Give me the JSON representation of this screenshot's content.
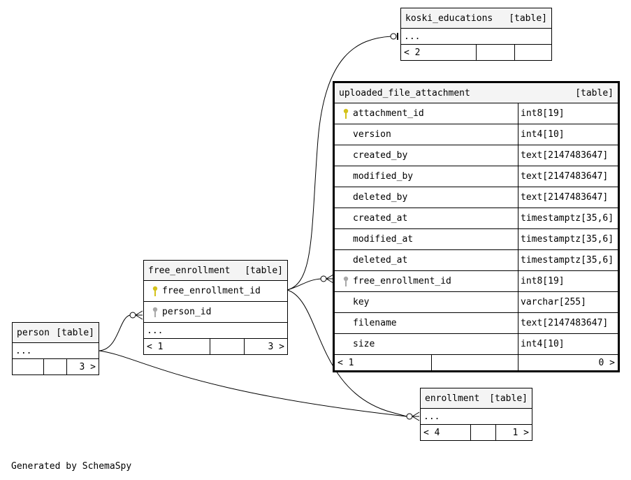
{
  "tables": {
    "koski_educations": {
      "name": "koski_educations",
      "tag": "[table]",
      "ellipsis": "...",
      "nav_left": "< 2",
      "nav_mid": "",
      "nav_right": ""
    },
    "uploaded_file_attachment": {
      "name": "uploaded_file_attachment",
      "tag": "[table]",
      "columns": [
        {
          "name": "attachment_id",
          "type": "int8[19]",
          "key": "primary"
        },
        {
          "name": "version",
          "type": "int4[10]",
          "key": ""
        },
        {
          "name": "created_by",
          "type": "text[2147483647]",
          "key": ""
        },
        {
          "name": "modified_by",
          "type": "text[2147483647]",
          "key": ""
        },
        {
          "name": "deleted_by",
          "type": "text[2147483647]",
          "key": ""
        },
        {
          "name": "created_at",
          "type": "timestamptz[35,6]",
          "key": ""
        },
        {
          "name": "modified_at",
          "type": "timestamptz[35,6]",
          "key": ""
        },
        {
          "name": "deleted_at",
          "type": "timestamptz[35,6]",
          "key": ""
        },
        {
          "name": "free_enrollment_id",
          "type": "int8[19]",
          "key": "foreign"
        },
        {
          "name": "key",
          "type": "varchar[255]",
          "key": ""
        },
        {
          "name": "filename",
          "type": "text[2147483647]",
          "key": ""
        },
        {
          "name": "size",
          "type": "int4[10]",
          "key": ""
        }
      ],
      "nav_left": "< 1",
      "nav_mid": "",
      "nav_right": "0 >"
    },
    "free_enrollment": {
      "name": "free_enrollment",
      "tag": "[table]",
      "columns": [
        {
          "name": "free_enrollment_id",
          "key": "primary"
        },
        {
          "name": "person_id",
          "key": "foreign"
        }
      ],
      "ellipsis": "...",
      "nav_left": "< 1",
      "nav_mid": "",
      "nav_right": "3 >"
    },
    "person": {
      "name": "person",
      "tag": "[table]",
      "ellipsis": "...",
      "nav_left": "",
      "nav_mid": "",
      "nav_right": "3 >"
    },
    "enrollment": {
      "name": "enrollment",
      "tag": "[table]",
      "ellipsis": "...",
      "nav_left": "< 4",
      "nav_mid": "",
      "nav_right": "1 >"
    }
  },
  "footer": "Generated by SchemaSpy",
  "colors": {
    "primary_key": "#d4c21a",
    "foreign_key": "#a8a8a8",
    "header_bg": "#f4f4f4"
  }
}
